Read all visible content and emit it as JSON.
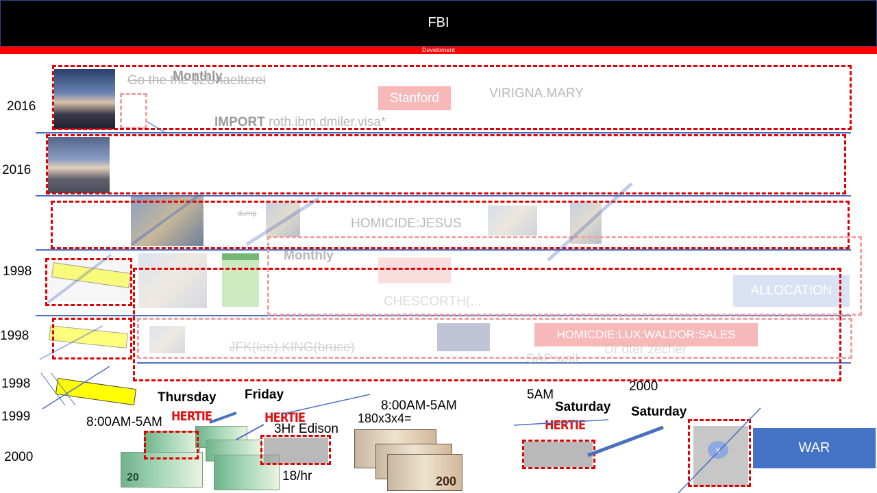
{
  "header": {
    "title": "FBI",
    "subtitle": "Develoment"
  },
  "years": [
    "2016",
    "2016",
    "1998",
    "1998",
    "1998",
    "1999",
    "2000"
  ],
  "row1": {
    "text_top": "Go the the $2Uhaelterei",
    "monthly": "Monthly",
    "stanford": "Stanford",
    "virigna": "VIRIGNA.MARY",
    "import_kw": "IMPORT",
    "import_rest": " roth.ibm.dmiler.visa*"
  },
  "row3": {
    "dump": "dump",
    "homicide": "HOMICIDE:JESUS"
  },
  "row4": {
    "monthly": "Monthly",
    "chescorth": "CHESCORTH(... ",
    "allocation": "ALLOCATION"
  },
  "row5": {
    "jfk": "JFK(lee).KING(bruce)",
    "homicde_lux": "HOMICDIE:LUX:WALDOR:SALES",
    "sap": "SAP wall",
    "dr": "Dr dter zecher"
  },
  "bottom": {
    "thursday": "Thursday",
    "friday": "Friday",
    "saturday1": "Saturday",
    "saturday2": "Saturday",
    "time1": "8:00AM-5AM",
    "time2": "8:00AM-5AM",
    "edison": "3Hr Edison",
    "calc": "180x3x4=",
    "fiveam": "5AM",
    "year2000": "2000",
    "rate": "18/hr",
    "hertie1": "HERTIE",
    "hertie2": "HERTIE",
    "hertie3": "HERTIE",
    "war": "WAR",
    "bill_value": "200",
    "note_value": "20",
    "close_x": "x"
  },
  "colors": {
    "header_bg": "#000000",
    "accent_red": "#ff0000",
    "dash_red": "#e00000",
    "war_blue": "#4472c4",
    "line_blue": "#4a6fc1"
  }
}
